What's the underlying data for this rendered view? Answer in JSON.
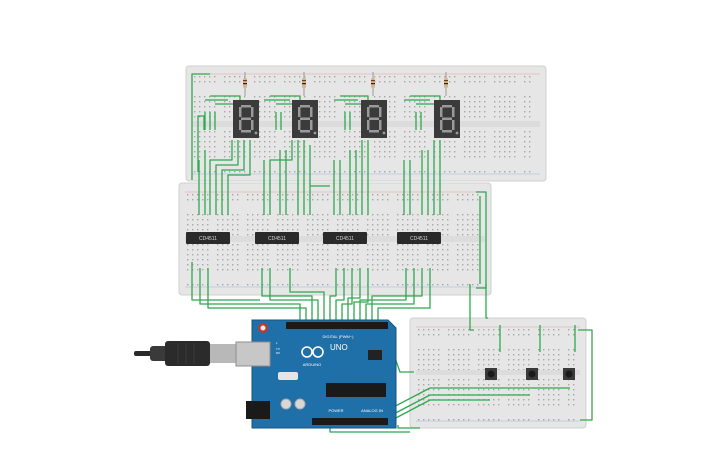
{
  "decoders": [
    {
      "label": "CD4511"
    },
    {
      "label": "CD4511"
    },
    {
      "label": "CD4511"
    },
    {
      "label": "CD4511"
    }
  ],
  "arduino": {
    "brand": "ARDUINO",
    "model": "UNO",
    "digital_label": "DIGITAL (PWM~)",
    "power_label": "POWER",
    "analog_label": "ANALOG IN",
    "tx_label": "TX",
    "rx_label": "RX",
    "l_label": "L"
  },
  "colors": {
    "wire": "#2fa84f",
    "breadboard": "#e6e6e6",
    "arduino_board": "#1f6fa8",
    "display": "#3b3b3b",
    "segment_off": "#9a9a9a"
  }
}
